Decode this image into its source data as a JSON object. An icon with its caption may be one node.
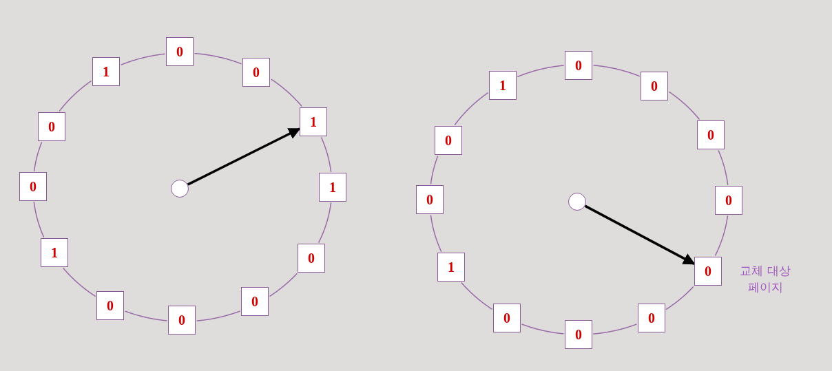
{
  "diagram": {
    "nodes": [
      {
        "text": [],
        "shape": "circle"
      },
      {
        "text": [
          "0"
        ]
      },
      {
        "text": [
          "0"
        ]
      },
      {
        "text": [
          "1"
        ]
      },
      {
        "text": [
          "1"
        ]
      },
      {
        "text": [
          "0"
        ]
      },
      {
        "text": [
          "0"
        ]
      },
      {
        "text": [
          "0"
        ]
      },
      {
        "text": [
          "0"
        ]
      },
      {
        "text": [
          "1"
        ]
      },
      {
        "text": [
          "0"
        ]
      },
      {
        "text": [
          "0"
        ]
      },
      {
        "text": [
          "1"
        ]
      },
      {
        "text": [],
        "shape": "circle"
      },
      {
        "text": [
          "0"
        ]
      },
      {
        "text": [
          "0"
        ]
      },
      {
        "text": [
          "0"
        ]
      },
      {
        "text": [
          "0"
        ]
      },
      {
        "text": [
          "0"
        ],
        "beside": [
          "교체 대상 페이지"
        ]
      },
      {
        "text": [
          "0"
        ]
      },
      {
        "text": [
          "0"
        ]
      },
      {
        "text": [
          "0"
        ]
      },
      {
        "text": [
          "1"
        ]
      },
      {
        "text": [
          "0"
        ]
      },
      {
        "text": [
          "0"
        ]
      },
      {
        "text": [
          "1"
        ]
      }
    ],
    "edges": [
      {
        "from": 0,
        "to": 3,
        "arrow": "to",
        "style": "thick",
        "color": "#000000"
      },
      {
        "from": 1,
        "to": 2,
        "arrow": "none"
      },
      {
        "from": 2,
        "to": 3,
        "arrow": "none"
      },
      {
        "from": 3,
        "to": 4,
        "arrow": "none"
      },
      {
        "from": 4,
        "to": 5,
        "arrow": "none"
      },
      {
        "from": 5,
        "to": 6,
        "arrow": "none"
      },
      {
        "from": 6,
        "to": 7,
        "arrow": "none"
      },
      {
        "from": 7,
        "to": 8,
        "arrow": "none"
      },
      {
        "from": 8,
        "to": 9,
        "arrow": "none"
      },
      {
        "from": 9,
        "to": 10,
        "arrow": "none"
      },
      {
        "from": 10,
        "to": 11,
        "arrow": "none"
      },
      {
        "from": 11,
        "to": 12,
        "arrow": "none"
      },
      {
        "from": 12,
        "to": 1,
        "arrow": "none"
      },
      {
        "from": 13,
        "to": 18,
        "arrow": "to",
        "style": "thick",
        "color": "#000000"
      },
      {
        "from": 14,
        "to": 15,
        "arrow": "none"
      },
      {
        "from": 15,
        "to": 16,
        "arrow": "none"
      },
      {
        "from": 16,
        "to": 17,
        "arrow": "none"
      },
      {
        "from": 17,
        "to": 18,
        "arrow": "none"
      },
      {
        "from": 18,
        "to": 19,
        "arrow": "none"
      },
      {
        "from": 19,
        "to": 20,
        "arrow": "none"
      },
      {
        "from": 20,
        "to": 21,
        "arrow": "none"
      },
      {
        "from": 21,
        "to": 22,
        "arrow": "none"
      },
      {
        "from": 22,
        "to": 23,
        "arrow": "none"
      },
      {
        "from": 23,
        "to": 24,
        "arrow": "none"
      },
      {
        "from": 24,
        "to": 25,
        "arrow": "none"
      },
      {
        "from": 25,
        "to": 14,
        "arrow": "none"
      }
    ]
  }
}
